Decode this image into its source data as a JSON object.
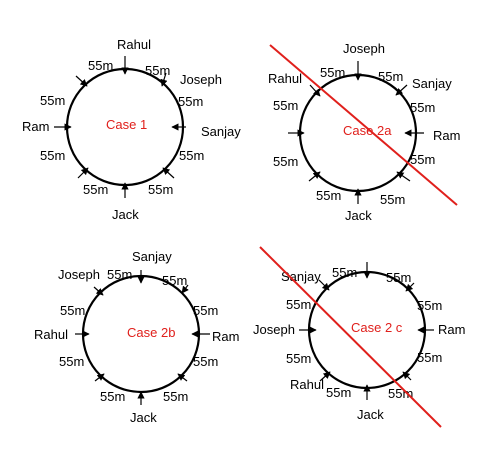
{
  "colors": {
    "ink": "#000000",
    "accent": "#e0201c",
    "background": "#ffffff"
  },
  "distance_label": "55m",
  "diagrams": [
    {
      "case_label": "Case 1",
      "crossed_out": false,
      "names": {
        "top": "Rahul",
        "upper_right": "Joseph",
        "right": "Sanjay",
        "bottom": "Jack",
        "left": "Ram"
      }
    },
    {
      "case_label": "Case 2a",
      "crossed_out": true,
      "names": {
        "top": "Joseph",
        "upper_left": "Rahul",
        "upper_right": "Sanjay",
        "right": "Ram",
        "bottom": "Jack"
      }
    },
    {
      "case_label": "Case 2b",
      "crossed_out": false,
      "names": {
        "top": "Sanjay",
        "upper_left": "Joseph",
        "left": "Rahul",
        "right": "Ram",
        "bottom": "Jack"
      }
    },
    {
      "case_label": "Case 2 c",
      "crossed_out": true,
      "names": {
        "upper_left": "Sanjay",
        "left": "Joseph",
        "lower_left": "Rahul",
        "right": "Ram",
        "bottom": "Jack"
      }
    }
  ]
}
